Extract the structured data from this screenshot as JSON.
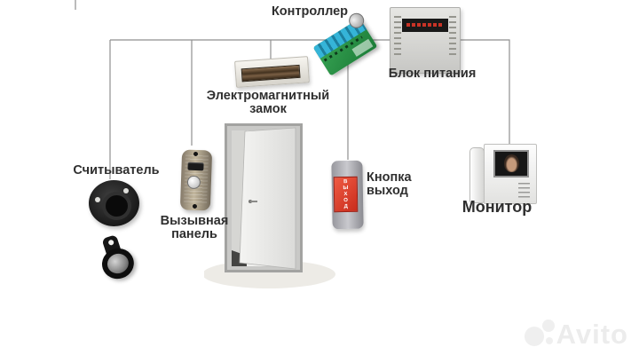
{
  "diagram_type": "access-control-intercom-wiring-diagram",
  "labels": {
    "controller": "Контроллер",
    "power_supply": "Блок питания",
    "magnetic_lock_line1": "Электромагнитный",
    "magnetic_lock_line2": "замок",
    "reader": "Считыватель",
    "call_panel_line1": "Вызывная",
    "call_panel_line2": "панель",
    "exit_button_line1": "Кнопка",
    "exit_button_line2": "выход",
    "monitor": "Монитор",
    "exit_button_cap_text": "ВЫХОД"
  },
  "watermark": {
    "brand": "Avito"
  },
  "connections": [
    "wire-bus — reader",
    "wire-bus — call_panel",
    "wire-bus — magnetic_lock",
    "wire-bus — controller",
    "controller — power_supply",
    "controller — exit_button",
    "power_supply — monitor"
  ],
  "colors": {
    "background": "#ffffff",
    "wire": "#8f8f8f",
    "label_text": "#2f2f2f",
    "exit_button_red": "#d6311f",
    "controller_pcb_green": "#2f9a4b",
    "controller_terminal_blue": "#2ba5c6",
    "power_supply_gray": "#d9d9d6",
    "call_panel_beige": "#b3a78f",
    "watermark_gray": "#ececec"
  }
}
